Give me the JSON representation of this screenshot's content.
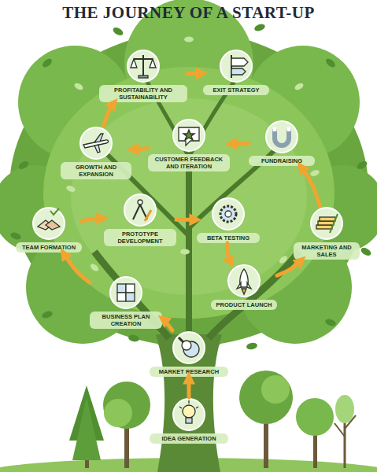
{
  "diagram": {
    "title": "THE JOURNEY OF A START-UP",
    "nodes": [
      {
        "text": [
          "IDEA GENERATION"
        ]
      },
      {
        "text": [
          "MARKET RESEARCH"
        ]
      },
      {
        "text": [
          "BUSINESS PLAN CREATION"
        ]
      },
      {
        "text": [
          "TEAM FORMATION"
        ]
      },
      {
        "text": [
          "PROTOTYPE DEVELOPMENT"
        ]
      },
      {
        "text": [
          "BETA TESTING"
        ]
      },
      {
        "text": [
          "PRODUCT LAUNCH"
        ]
      },
      {
        "text": [
          "MARKETING AND SALES"
        ]
      },
      {
        "text": [
          "FUNDRAISING"
        ]
      },
      {
        "text": [
          "CUSTOMER FEEDBACK AND ITERATION"
        ]
      },
      {
        "text": [
          "GROWTH AND EXPANSION"
        ]
      },
      {
        "text": [
          "PROFITABILITY AND SUSTAINABILITY"
        ]
      },
      {
        "text": [
          "EXIT STRATEGY"
        ]
      }
    ],
    "edges": [
      {
        "from": 0,
        "to": 1,
        "arrow": "to"
      },
      {
        "from": 1,
        "to": 2,
        "arrow": "to"
      },
      {
        "from": 2,
        "to": 3,
        "arrow": "to"
      },
      {
        "from": 3,
        "to": 4,
        "arrow": "to"
      },
      {
        "from": 4,
        "to": 5,
        "arrow": "to"
      },
      {
        "from": 5,
        "to": 6,
        "arrow": "to"
      },
      {
        "from": 6,
        "to": 7,
        "arrow": "to"
      },
      {
        "from": 7,
        "to": 8,
        "arrow": "to"
      },
      {
        "from": 8,
        "to": 9,
        "arrow": "to"
      },
      {
        "from": 9,
        "to": 10,
        "arrow": "to"
      },
      {
        "from": 10,
        "to": 11,
        "arrow": "to"
      },
      {
        "from": 11,
        "to": 12,
        "arrow": "to"
      }
    ]
  }
}
